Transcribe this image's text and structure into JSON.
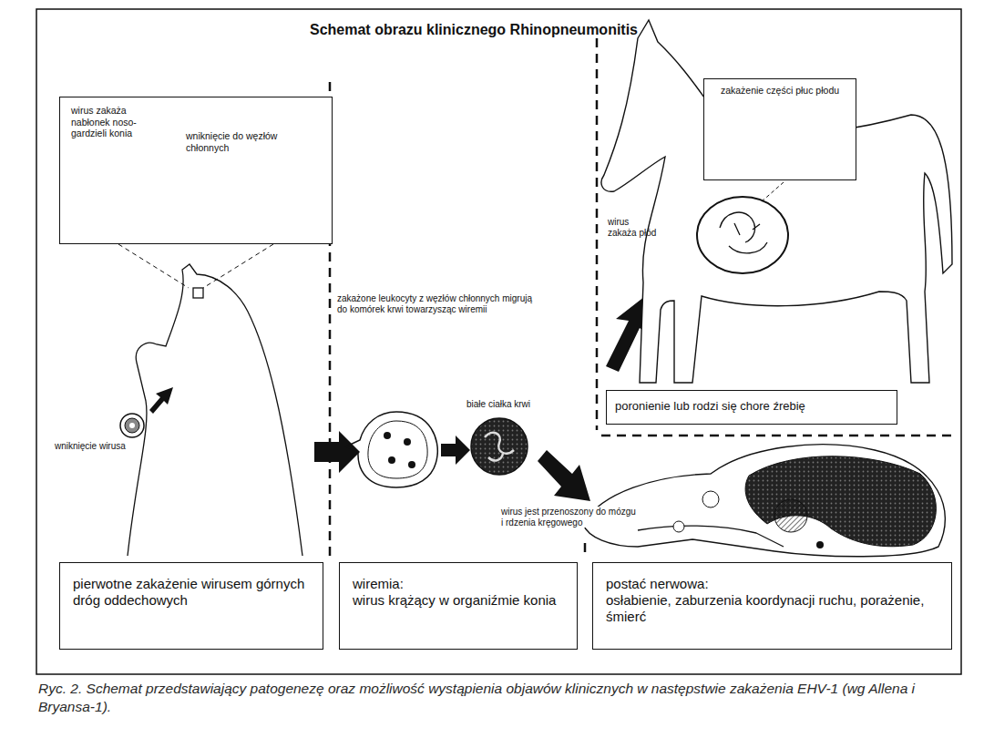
{
  "diagram": {
    "title": "Schemat obrazu klinicznego Rhinopneumonitis",
    "caption": "Ryc. 2. Schemat przedstawiający patogenezę oraz możliwość wystąpienia objawów klinicznych w następstwie zakażenia EHV-1 (wg Allena i Bryansa-1).",
    "nodes": [
      {
        "text": [
          "wirus zakaża nabłonek noso-gardzieli konia",
          "wniknięcie do węzłów chłonnych"
        ]
      },
      {
        "text": [
          "zakażenie części płuc płodu"
        ]
      },
      {
        "text": [
          "poronienie lub rodzi się chore źrebię"
        ]
      },
      {
        "text": [
          "pierwotne zakażenie wirusem górnych dróg oddechowych"
        ]
      },
      {
        "text": [
          "wiremia:",
          "wirus krążący w organiźmie konia"
        ]
      },
      {
        "text": [
          "postać nerwowa:",
          "osłabienie, zaburzenia koordynacji ruchu, porażenie, śmierć"
        ]
      }
    ],
    "labels": [
      "wniknięcie wirusa",
      "zakażone leukocyty z węzłów chłonnych migrują do komórek krwi towarzysząc wiremii",
      "białe ciałka krwi",
      "wirus zakaża płód",
      "wirus jest przenoszony do mózgu i rdzenia kręgowego"
    ]
  }
}
